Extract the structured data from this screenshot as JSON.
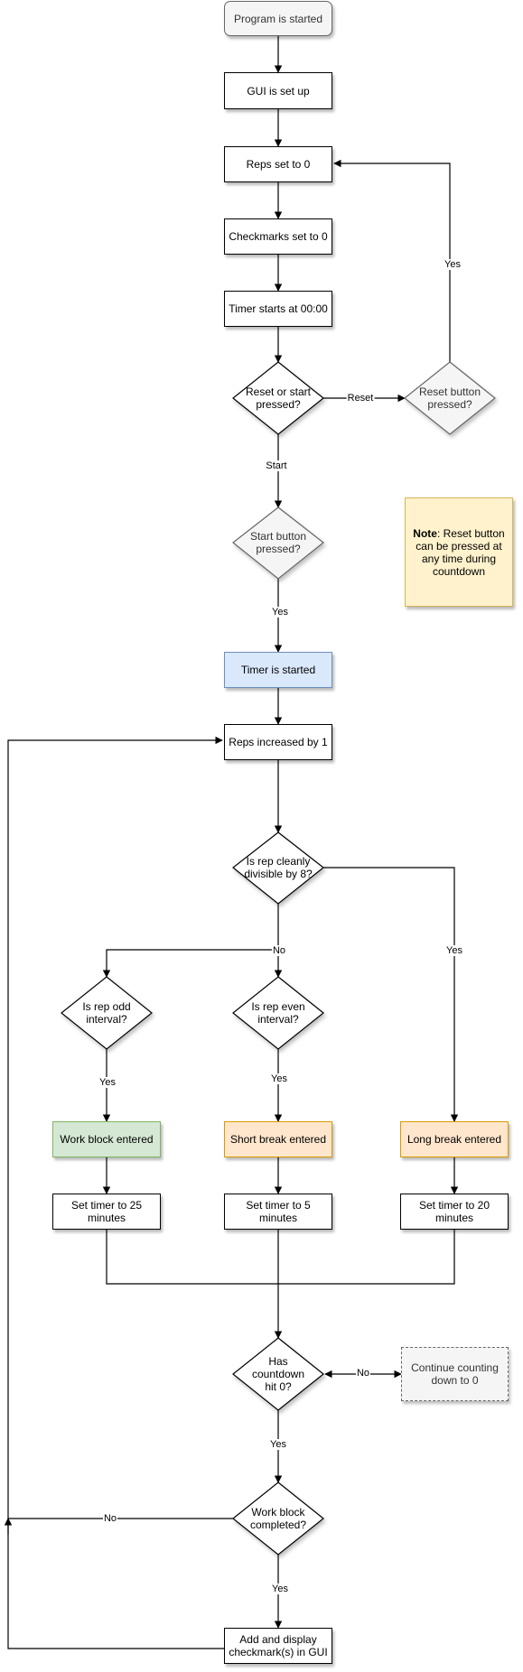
{
  "nodes": {
    "program_started": "Program is started",
    "gui_setup": "GUI is set up",
    "reps_zero": "Reps set to 0",
    "checkmarks_zero": "Checkmarks set to 0",
    "timer_start": "Timer starts at 00:00",
    "reset_or_start": "Reset or start pressed?",
    "reset_pressed": "Reset button pressed?",
    "start_pressed": "Start button pressed?",
    "timer_started": "Timer is started",
    "reps_increased": "Reps increased by 1",
    "divisible_by_8": "Is rep cleanly divisible by 8?",
    "rep_odd": "Is rep odd interval?",
    "rep_even": "Is rep even interval?",
    "work_block": "Work block entered",
    "short_break": "Short break entered",
    "long_break": "Long break entered",
    "timer_25": "Set timer to 25 minutes",
    "timer_5": "Set timer to 5 minutes",
    "timer_20": "Set timer to 20 minutes",
    "countdown_zero": "Has countdown hit 0?",
    "continue_counting": "Continue counting down to 0",
    "work_completed": "Work block completed?",
    "add_checkmarks": "Add and display checkmark(s) in GUI"
  },
  "note": {
    "bold": "Note",
    "text": ": Reset button can be pressed at any time during countdown"
  },
  "edge_labels": {
    "reset": "Reset",
    "start": "Start",
    "yes_reset_loop": "Yes",
    "yes_start": "Yes",
    "no_div8": "No",
    "yes_div8": "Yes",
    "yes_odd": "Yes",
    "yes_even": "Yes",
    "no_countdown": "No",
    "yes_countdown": "Yes",
    "no_work": "No",
    "yes_work": "Yes"
  }
}
